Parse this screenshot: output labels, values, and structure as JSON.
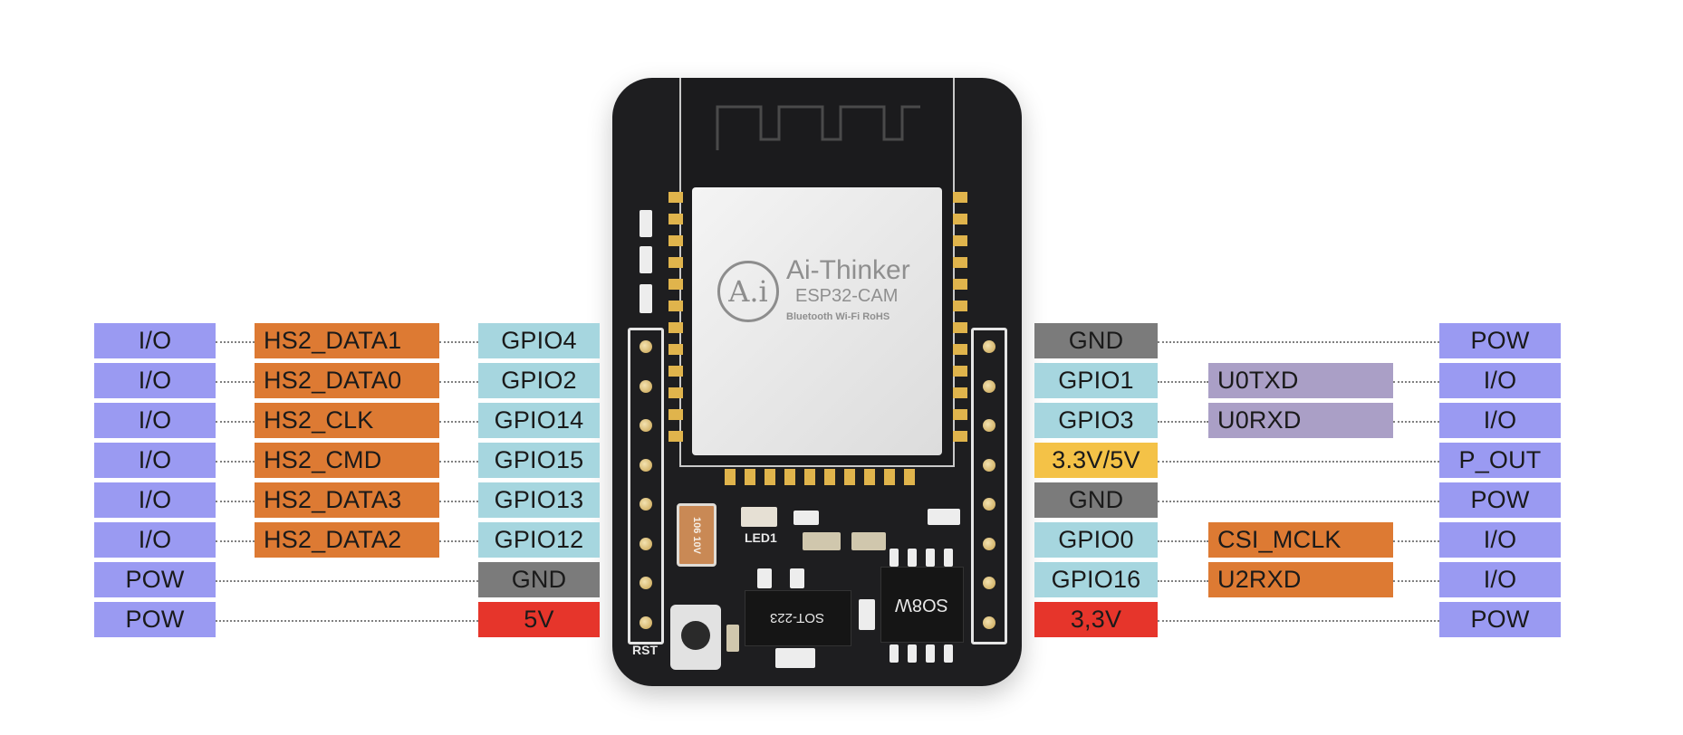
{
  "left_rows": [
    {
      "type": "I/O",
      "func": "HS2_DATA1",
      "pin": "GPIO4",
      "pin_color": "gp"
    },
    {
      "type": "I/O",
      "func": "HS2_DATA0",
      "pin": "GPIO2",
      "pin_color": "gp"
    },
    {
      "type": "I/O",
      "func": "HS2_CLK",
      "pin": "GPIO14",
      "pin_color": "gp"
    },
    {
      "type": "I/O",
      "func": "HS2_CMD",
      "pin": "GPIO15",
      "pin_color": "gp"
    },
    {
      "type": "I/O",
      "func": "HS2_DATA3",
      "pin": "GPIO13",
      "pin_color": "gp"
    },
    {
      "type": "I/O",
      "func": "HS2_DATA2",
      "pin": "GPIO12",
      "pin_color": "gp"
    },
    {
      "type": "POW",
      "func": "",
      "pin": "GND",
      "pin_color": "gnd"
    },
    {
      "type": "POW",
      "func": "",
      "pin": "5V",
      "pin_color": "red"
    }
  ],
  "right_rows": [
    {
      "pin": "GND",
      "pin_color": "gnd",
      "func": "",
      "func_color": "",
      "type": "POW"
    },
    {
      "pin": "GPIO1",
      "pin_color": "gp",
      "func": "U0TXD",
      "func_color": "uart",
      "type": "I/O"
    },
    {
      "pin": "GPIO3",
      "pin_color": "gp",
      "func": "U0RXD",
      "func_color": "uart",
      "type": "I/O"
    },
    {
      "pin": "3.3V/5V",
      "pin_color": "yel",
      "func": "",
      "func_color": "",
      "type": "P_OUT"
    },
    {
      "pin": "GND",
      "pin_color": "gnd",
      "func": "",
      "func_color": "",
      "type": "POW"
    },
    {
      "pin": "GPIO0",
      "pin_color": "gp",
      "func": "CSI_MCLK",
      "func_color": "hs",
      "type": "I/O"
    },
    {
      "pin": "GPIO16",
      "pin_color": "gp",
      "func": "U2RXD",
      "func_color": "hs",
      "type": "I/O"
    },
    {
      "pin": "3,3V",
      "pin_color": "red",
      "func": "",
      "func_color": "",
      "type": "POW"
    }
  ],
  "board": {
    "brand": "Ai-Thinker",
    "model": "ESP32-CAM",
    "logo_text": "A.i",
    "cert_text": "Bluetooth  Wi-Fi  RoHS",
    "rst_label": "RST",
    "led_label": "LED1",
    "regulator_label": "SOT-223",
    "psram_label": "SO8W",
    "cap_label": "106 10V"
  },
  "colors": {
    "io": "#9a9af2",
    "hs": "#dd7a33",
    "gp": "#a6d6df",
    "gnd": "#7b7b7b",
    "red": "#e6352b",
    "yel": "#f4c247",
    "uart": "#aa9fc6",
    "board": "#1e1e20"
  }
}
